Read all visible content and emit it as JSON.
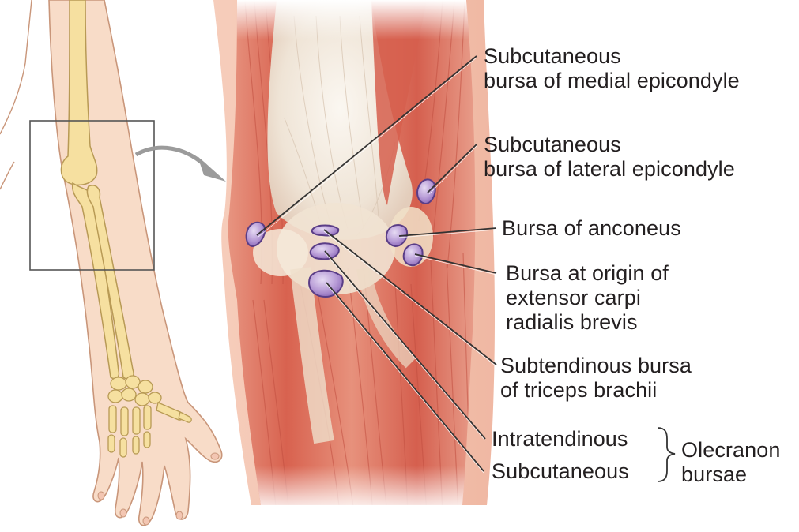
{
  "labels": {
    "medial_epicondyle": [
      "Subcutaneous",
      "bursa of medial epicondyle"
    ],
    "lateral_epicondyle": [
      "Subcutaneous",
      "bursa of lateral epicondyle"
    ],
    "anconeus": [
      "Bursa of anconeus"
    ],
    "ecrb": [
      "Bursa at origin of",
      "extensor carpi",
      "radialis brevis"
    ],
    "triceps": [
      "Subtendinous bursa",
      "of triceps brachii"
    ],
    "intratendinous": "Intratendinous",
    "subcutaneous": "Subcutaneous",
    "olecranon": [
      "Olecranon",
      "bursae"
    ]
  },
  "colors": {
    "skin": "#f7d9c4",
    "skin_outline": "#c9967a",
    "bone": "#f6e0a0",
    "bone_outline": "#b89a55",
    "muscle": "#d96a5c",
    "muscle_light": "#eba592",
    "tendon": "#f5efe6",
    "bursa": "#b89ad6",
    "bursa_outline": "#5a3d87",
    "leader": "#333333",
    "arrow": "#9b9b9b"
  }
}
